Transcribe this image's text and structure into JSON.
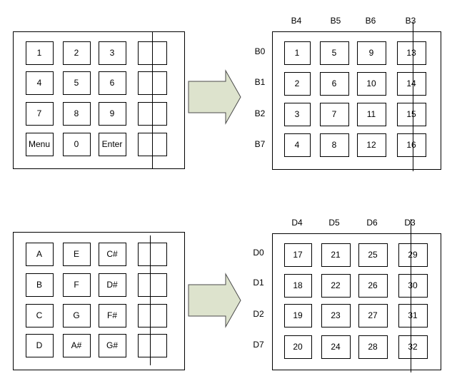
{
  "diagrams": [
    {
      "keypad": [
        [
          "1",
          "2",
          "3",
          ""
        ],
        [
          "4",
          "5",
          "6",
          ""
        ],
        [
          "7",
          "8",
          "9",
          ""
        ],
        [
          "Menu",
          "0",
          "Enter",
          ""
        ]
      ],
      "column_headers": [
        "B4",
        "B5",
        "B6",
        "B3"
      ],
      "row_headers": [
        "B0",
        "B1",
        "B2",
        "B7"
      ],
      "matrix": [
        [
          "1",
          "5",
          "9",
          "13"
        ],
        [
          "2",
          "6",
          "10",
          "14"
        ],
        [
          "3",
          "7",
          "11",
          "15"
        ],
        [
          "4",
          "8",
          "12",
          "16"
        ]
      ]
    },
    {
      "keypad": [
        [
          "A",
          "E",
          "C#",
          ""
        ],
        [
          "B",
          "F",
          "D#",
          ""
        ],
        [
          "C",
          "G",
          "F#",
          ""
        ],
        [
          "D",
          "A#",
          "G#",
          ""
        ]
      ],
      "column_headers": [
        "D4",
        "D5",
        "D6",
        "D3"
      ],
      "row_headers": [
        "D0",
        "D1",
        "D2",
        "D7"
      ],
      "matrix": [
        [
          "17",
          "21",
          "25",
          "29"
        ],
        [
          "18",
          "22",
          "26",
          "30"
        ],
        [
          "19",
          "23",
          "27",
          "31"
        ],
        [
          "20",
          "24",
          "28",
          "32"
        ]
      ]
    }
  ],
  "colors": {
    "arrow_fill": "#dde3cd",
    "arrow_stroke": "#4a4a4a",
    "line": "#000000"
  }
}
